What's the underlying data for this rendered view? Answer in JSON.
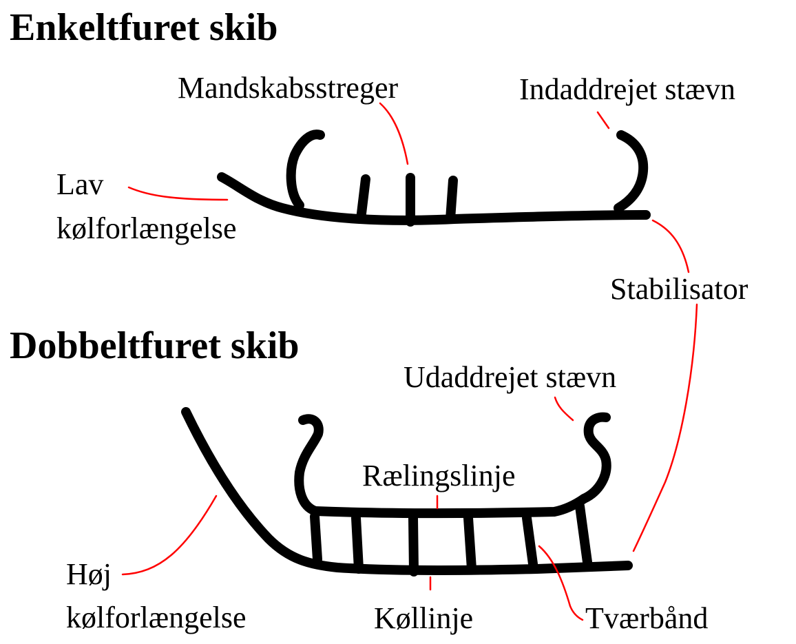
{
  "titles": {
    "single": "Enkeltfuret skib",
    "double": "Dobbeltfuret skib"
  },
  "labels": {
    "crew_marks": "Mandskabsstreger",
    "inward_stem": "Indaddrejet stævn",
    "low_keel_ext_line1": "Lav",
    "low_keel_ext_line2": "kølforlængelse",
    "stabilizer": "Stabilisator",
    "outward_stem": "Udaddrejet stævn",
    "gunwale_line": "Rælingslinje",
    "high_keel_ext_line1": "Høj",
    "high_keel_ext_line2": "kølforlængelse",
    "keel_line": "Køllinje",
    "crossbars": "Tværbånd"
  },
  "colors": {
    "ship": "#000000",
    "leader": "#ff0000",
    "background": "#ffffff"
  }
}
